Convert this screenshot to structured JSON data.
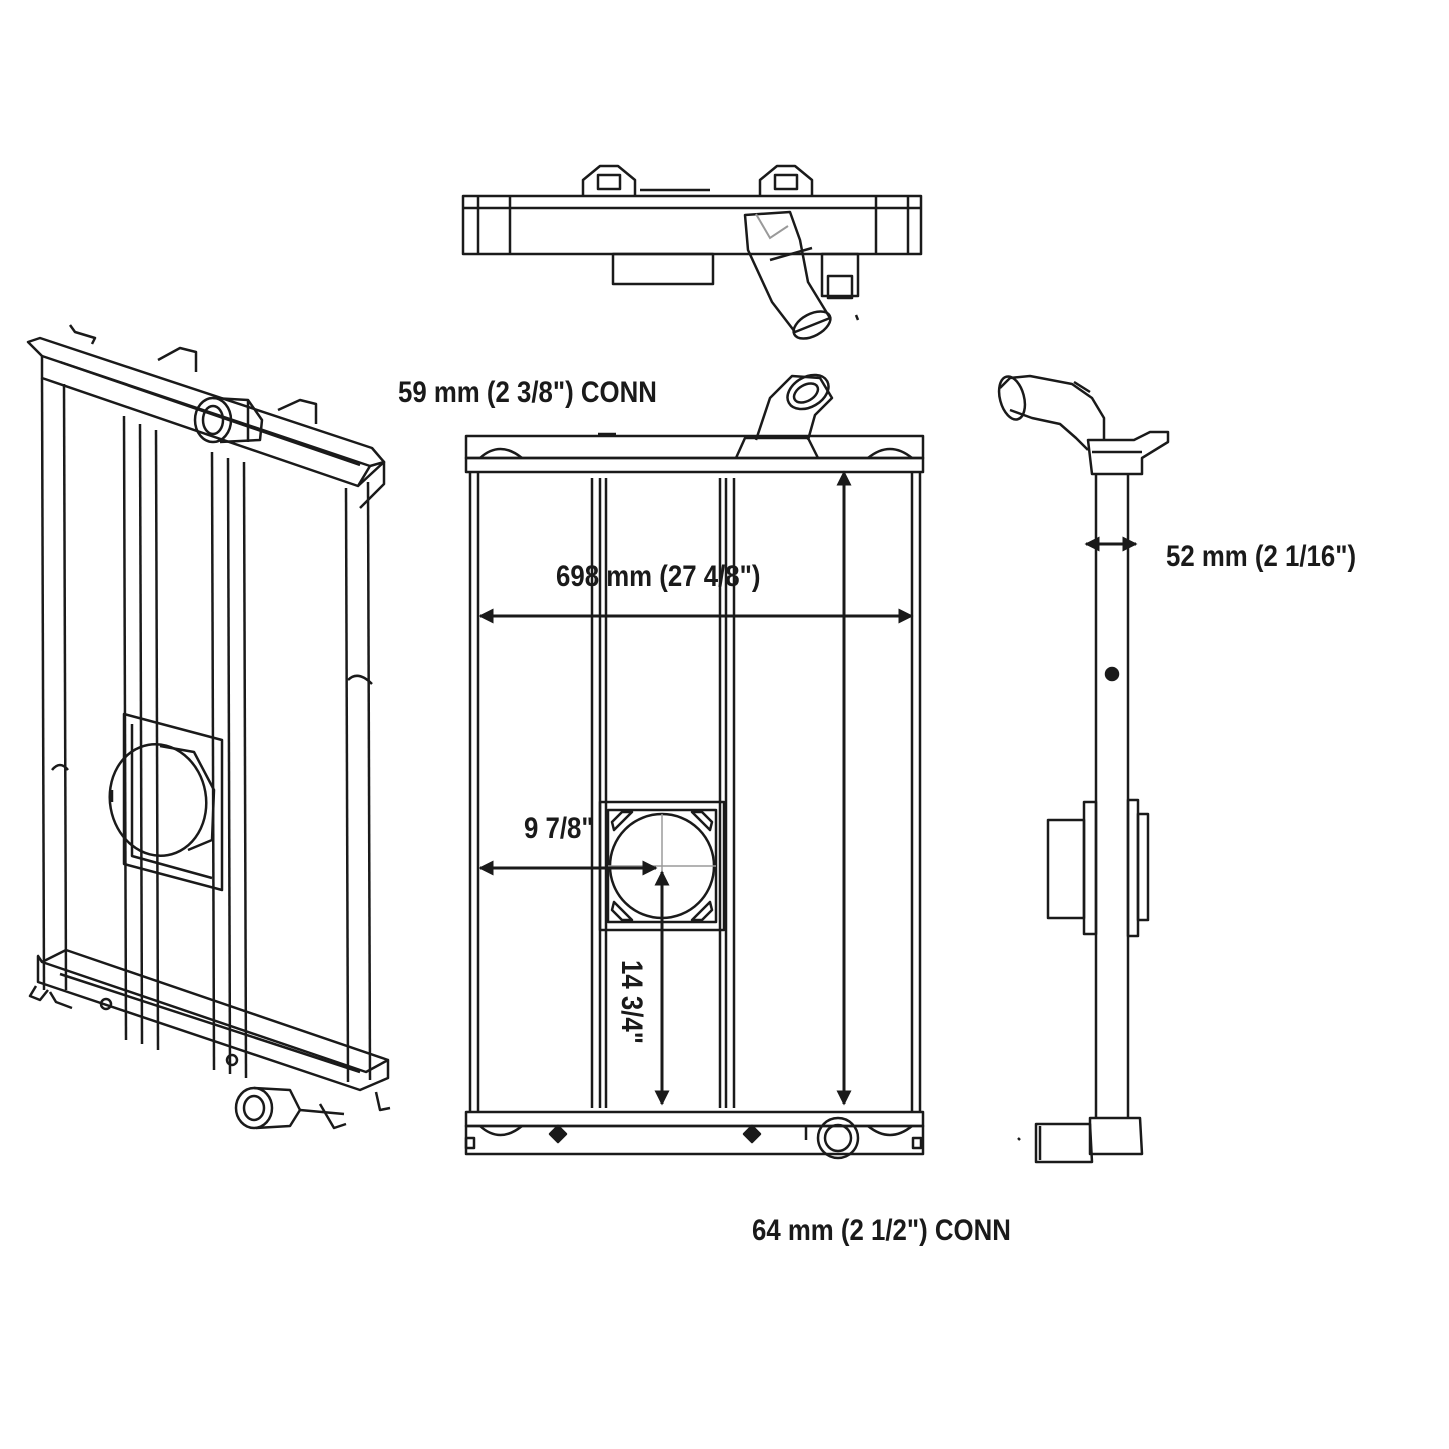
{
  "labels": {
    "top_connection": "59 mm (2 3/8\") CONN",
    "width": "698 mm (27 4/8\")",
    "depth": "52 mm (2 1/16\")",
    "offset_horizontal": "9 7/8\"",
    "offset_vertical": "14 3/4\"",
    "bottom_connection": "64 mm (2 1/2\") CONN"
  },
  "colors": {
    "line": "#1a1a1a",
    "hidden_line": "#9a9a9a",
    "background": "#ffffff"
  }
}
